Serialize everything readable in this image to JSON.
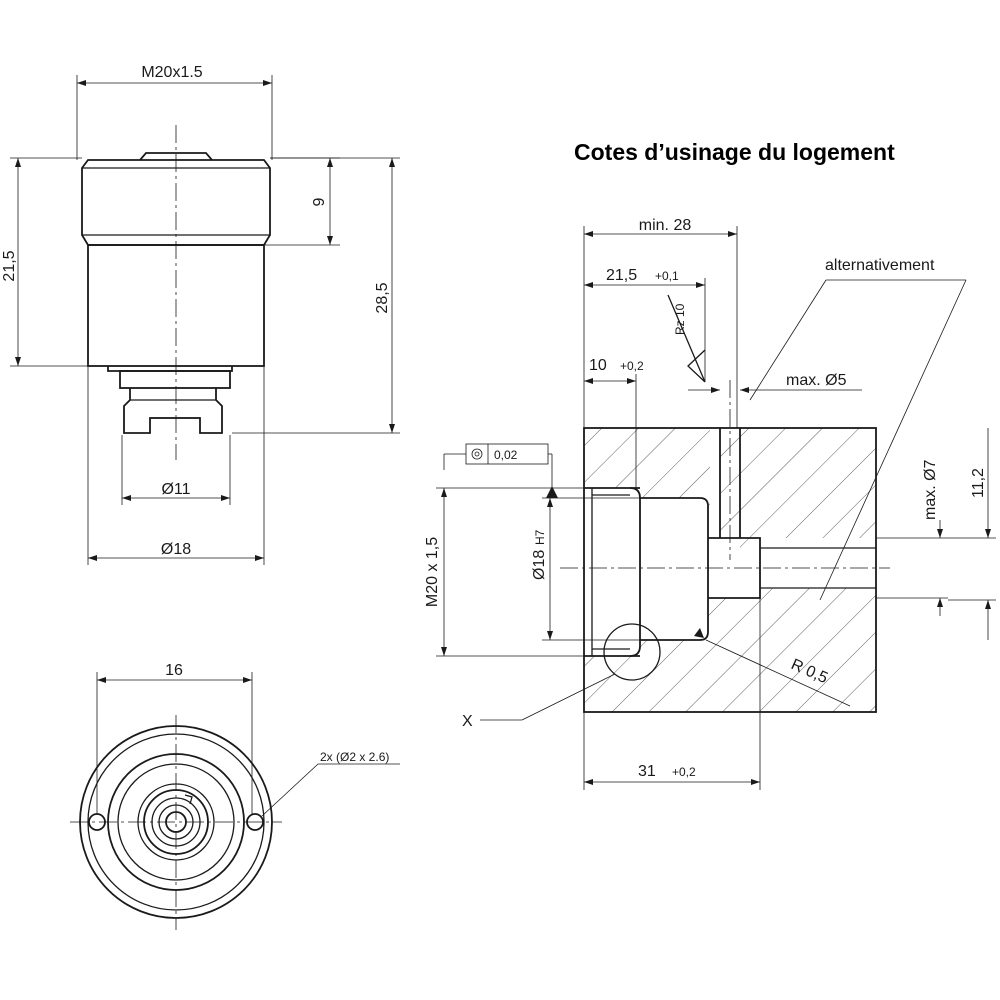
{
  "title": "Cotes d’usinage du logement",
  "part_view": {
    "thread": "M20x1.5",
    "height_body": "21,5",
    "height_head": "9",
    "height_total": "28,5",
    "dia_small": "Ø11",
    "dia_body": "Ø18"
  },
  "bottom_view": {
    "width": "16",
    "holes": "2x (Ø2 x 2.6)"
  },
  "housing": {
    "min_depth": "min. 28",
    "depth_main": "21,5",
    "depth_main_tol": "+0,1",
    "roughness": "Rz 10",
    "depth_counterbore": "10",
    "depth_counterbore_tol": "+0,2",
    "alternative": "alternativement",
    "max_hole": "max. Ø5",
    "concentricity": "0,02",
    "thread": "M20 x 1,5",
    "bore": "Ø18",
    "bore_tol": "H7",
    "max_hole_side": "max. Ø7",
    "offset": "11,2",
    "radius": "R 0,5",
    "detail": "X",
    "depth_total": "31",
    "depth_total_tol": "+0,2"
  }
}
